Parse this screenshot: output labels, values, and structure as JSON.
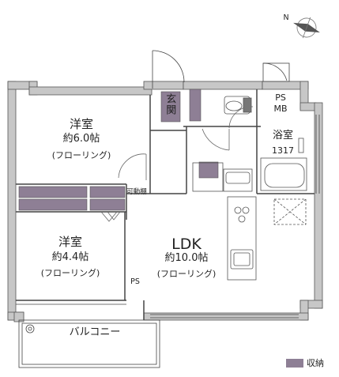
{
  "rooms": {
    "western1": {
      "name": "洋室",
      "area": "約6.0帖",
      "floor": "(フローリング)"
    },
    "western2": {
      "name": "洋室",
      "area": "約4.4帖",
      "floor": "(フローリング)"
    },
    "ldk": {
      "name": "LDK",
      "area": "約10.0帖",
      "floor": "(フローリング)"
    },
    "bath": {
      "name": "浴室",
      "size": "1317"
    },
    "entrance": {
      "name": "玄関"
    },
    "psmb": {
      "line1": "PS",
      "line2": "MB"
    },
    "balcony": {
      "name": "バルコニー"
    }
  },
  "labels": {
    "ps": "PS",
    "movable_shelf": "可動棚"
  },
  "legend": {
    "storage_label": "収納",
    "storage_color": "#8e7f95"
  },
  "compass": {
    "north_label": "N"
  },
  "colors": {
    "wall": "#c7c7c7",
    "wall_edge": "#555555",
    "storage": "#8e7f95",
    "line": "#444444"
  }
}
